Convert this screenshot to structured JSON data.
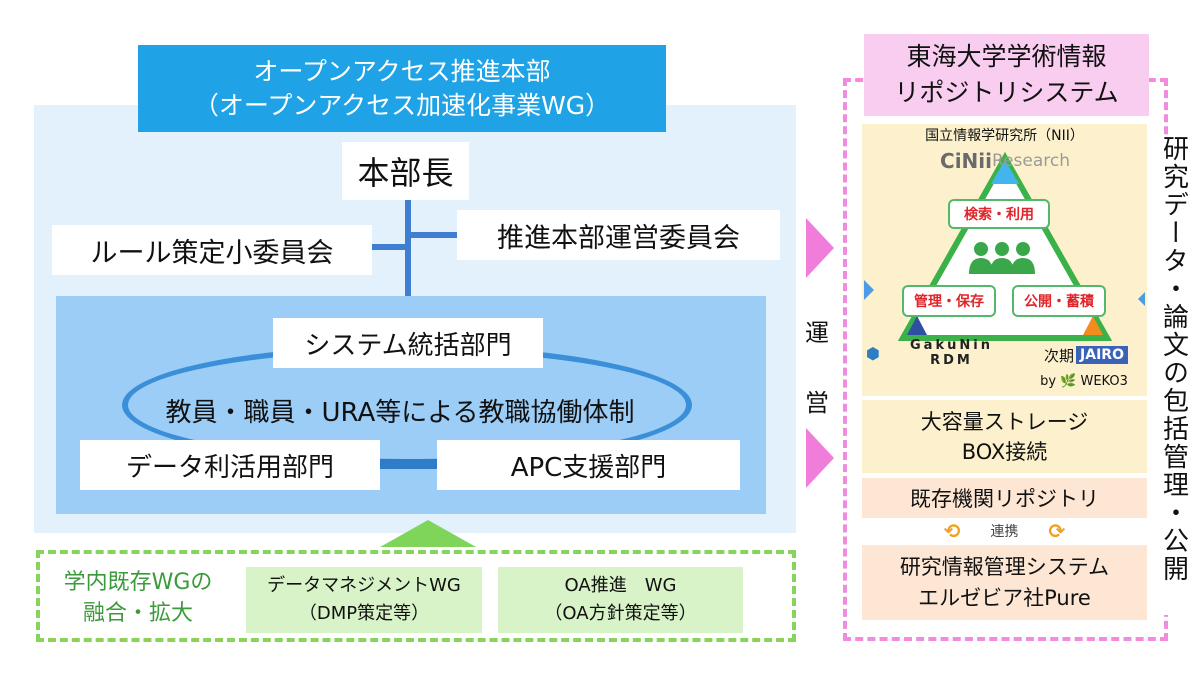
{
  "headquarters": {
    "title_line1": "オープンアクセス推進本部",
    "title_line2": "（オープンアクセス加速化事業WG）",
    "chief": "本部長",
    "rule_committee": "ルール策定小委員会",
    "ops_committee": "推進本部運営委員会",
    "system_dept": "システム統括部門",
    "collaboration": "教員・職員・URA等による教職協働体制",
    "data_dept": "データ利活用部門",
    "apc_dept": "APC支援部門"
  },
  "working_groups": {
    "label_line1": "学内既存WGの",
    "label_line2": "融合・拡大",
    "dmp_line1": "データマネジメントWG",
    "dmp_line2": "（DMP策定等）",
    "oa_line1": "OA推進　WG",
    "oa_line2": "（OA方針策定等）"
  },
  "operation": {
    "char1": "運",
    "char2": "営"
  },
  "repository": {
    "title_line1": "東海大学学術情報",
    "title_line2": "リポジトリシステム",
    "nii": "国立情報学研究所（NII）",
    "cinii_bold": "CiNii",
    "cinii_light": "Research",
    "bubble_search": "検索・利用",
    "bubble_manage": "管理・保存",
    "bubble_publish": "公開・蓄積",
    "gakunin": "GakuNin RDM",
    "jairo_prefix": "次期",
    "jairo": "JAIRO",
    "weko": "by 🌿 WEKO3",
    "storage_line1": "大容量ストレージ",
    "storage_line2": "BOX接続",
    "inst_repo": "既存機関リポジトリ",
    "link": "連携",
    "research_line1": "研究情報管理システム",
    "research_line2": "エルゼビア社Pure",
    "vertical_caption": "研究データ・論文の包括管理・公開"
  }
}
